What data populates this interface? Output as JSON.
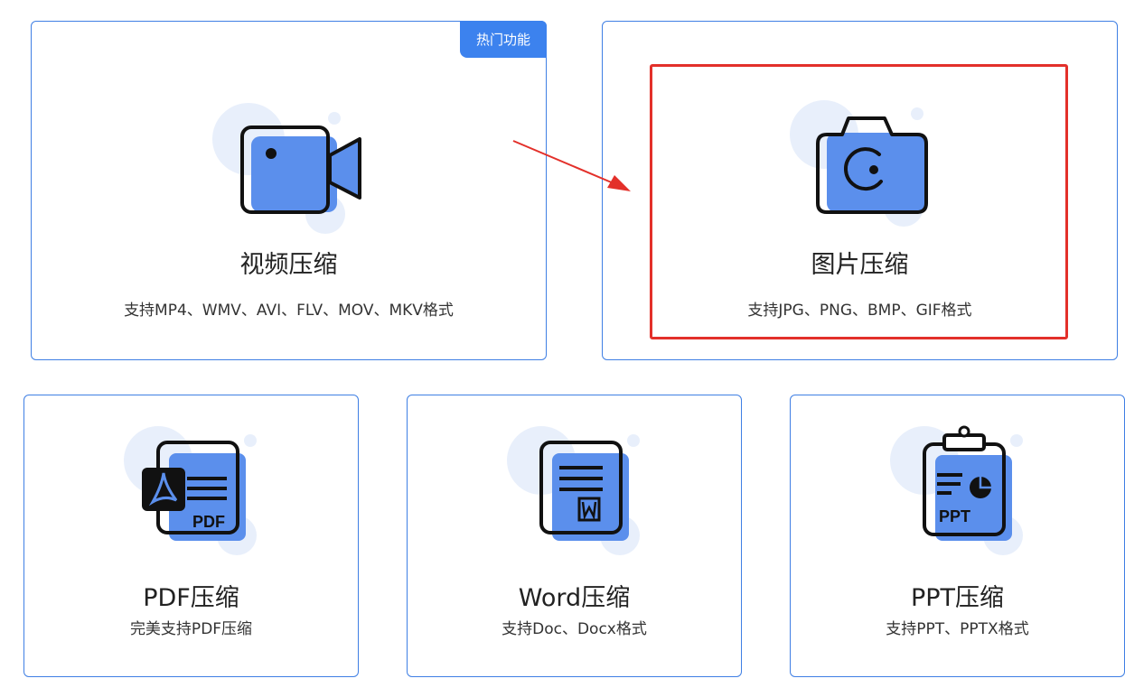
{
  "accent_color": "#3c82ee",
  "icon_fill_color": "#5b8fec",
  "highlight_color": "#e3302a",
  "cards": [
    {
      "title": "视频压缩",
      "desc": "支持MP4、WMV、AVI、FLV、MOV、MKV格式",
      "badge": "热门功能",
      "icon": "video-camera-icon"
    },
    {
      "title": "图片压缩",
      "desc": "支持JPG、PNG、BMP、GIF格式",
      "icon": "camera-icon"
    },
    {
      "title": "PDF压缩",
      "desc": "完美支持PDF压缩",
      "icon": "pdf-document-icon",
      "icon_text": "PDF"
    },
    {
      "title": "Word压缩",
      "desc": "支持Doc、Docx格式",
      "icon": "word-document-icon"
    },
    {
      "title": "PPT压缩",
      "desc": "支持PPT、PPTX格式",
      "icon": "ppt-clipboard-icon",
      "icon_text": "PPT"
    }
  ]
}
